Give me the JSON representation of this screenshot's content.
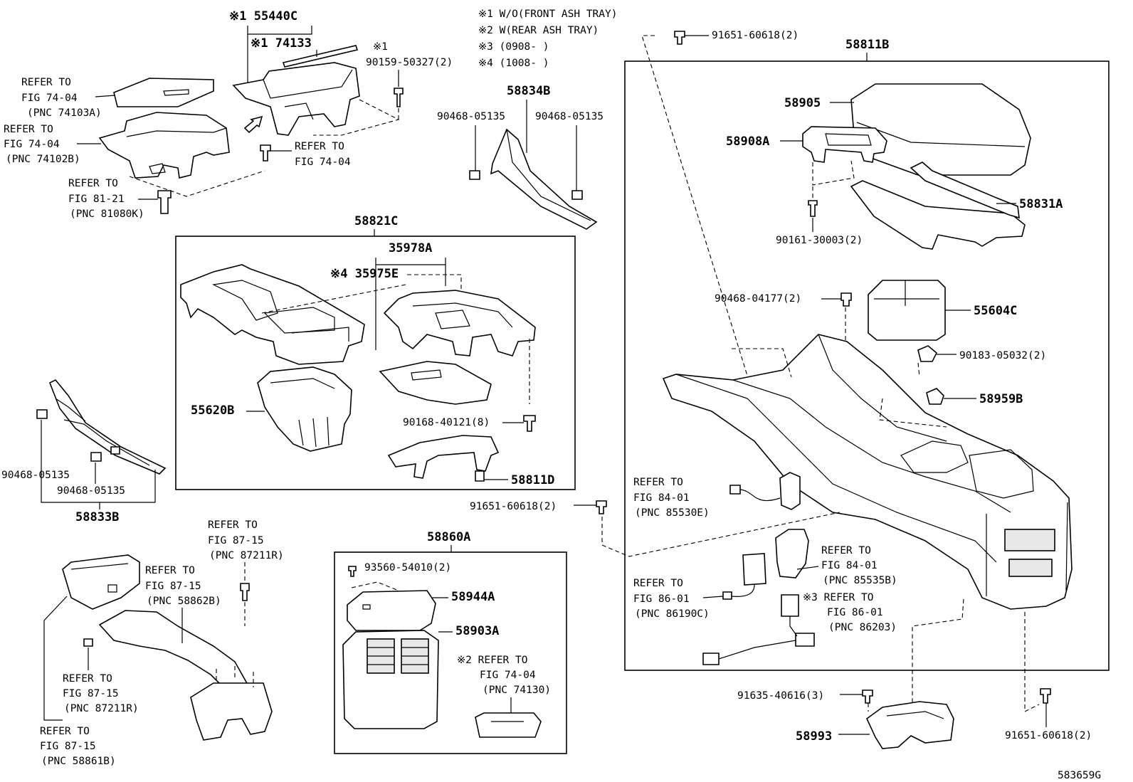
{
  "notes": [
    "※1 W/O(FRONT ASH TRAY)",
    "※2 W(REAR ASH TRAY)",
    "※3 (0908-     )",
    "※4 (1008-     )"
  ],
  "figure_id": "583659G",
  "groups": {
    "g58811B": "58811B",
    "g58821C": "58821C",
    "g58860A": "58860A",
    "g58833B": "58833B",
    "g58834B": "58834B",
    "g35978A": "35978A"
  },
  "parts": {
    "p55440C": "※1 55440C",
    "p74133": "※1 74133",
    "p90159_mark": "※1",
    "p90159": "90159-50327(2)",
    "p90468_05135_l": "90468-05135",
    "p90468_05135_r": "90468-05135",
    "p35975E": "※4 35975E",
    "p55620B": "55620B",
    "p90168": "90168-40121(8)",
    "p58811D": "58811D",
    "p90468_a": "90468-05135",
    "p90468_b": "90468-05135",
    "p91651_top": "91651-60618(2)",
    "p58905": "58905",
    "p58908A": "58908A",
    "p58831A": "58831A",
    "p90161": "90161-30003(2)",
    "p90468_04177": "90468-04177(2)",
    "p55604C": "55604C",
    "p90183": "90183-05032(2)",
    "p58959B": "58959B",
    "p91651_mid": "91651-60618(2)",
    "p93560": "93560-54010(2)",
    "p58944A": "58944A",
    "p58903A": "58903A",
    "p91635": "91635-40616(3)",
    "p58993": "58993",
    "p91651_bot": "91651-60618(2)"
  },
  "refs": {
    "r74103A": [
      "REFER TO",
      "FIG 74-04",
      "(PNC 74103A)"
    ],
    "r74102B": [
      "REFER TO",
      "FIG 74-04",
      "(PNC 74102B)"
    ],
    "r81080K": [
      "REFER TO",
      "FIG 81-21",
      "(PNC 81080K)"
    ],
    "r7404": [
      "REFER TO",
      "FIG 74-04"
    ],
    "r87211R_top": [
      "REFER TO",
      "FIG 87-15",
      "(PNC 87211R)"
    ],
    "r58862B": [
      "REFER TO",
      "FIG 87-15",
      "(PNC 58862B)"
    ],
    "r87211R_bot": [
      "REFER TO",
      "FIG 87-15",
      "(PNC 87211R)"
    ],
    "r58861B": [
      "REFER TO",
      "FIG 87-15",
      "(PNC 58861B)"
    ],
    "r74130": [
      "※2 REFER TO",
      "FIG 74-04",
      "(PNC 74130)"
    ],
    "r85530E": [
      "REFER TO",
      "FIG 84-01",
      "(PNC 85530E)"
    ],
    "r85535B": [
      "REFER TO",
      "FIG 84-01",
      "(PNC 85535B)"
    ],
    "r86190C": [
      "REFER TO",
      "FIG 86-01",
      "(PNC 86190C)"
    ],
    "r86203": [
      "※3 REFER TO",
      "FIG 86-01",
      "(PNC 86203)"
    ]
  }
}
